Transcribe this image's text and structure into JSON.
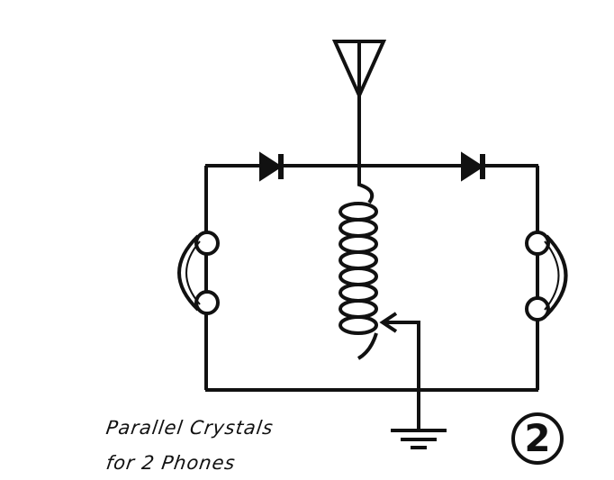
{
  "caption": {
    "line1": "Parallel Crystals",
    "line2": "for 2 Phones"
  },
  "figure_number": "2",
  "components": [
    "antenna",
    "diode-left",
    "diode-right",
    "tuning-coil",
    "coil-tap",
    "headphones-left",
    "headphones-right",
    "ground"
  ],
  "colors": {
    "ink": "#111111",
    "paper": "#ffffff"
  }
}
